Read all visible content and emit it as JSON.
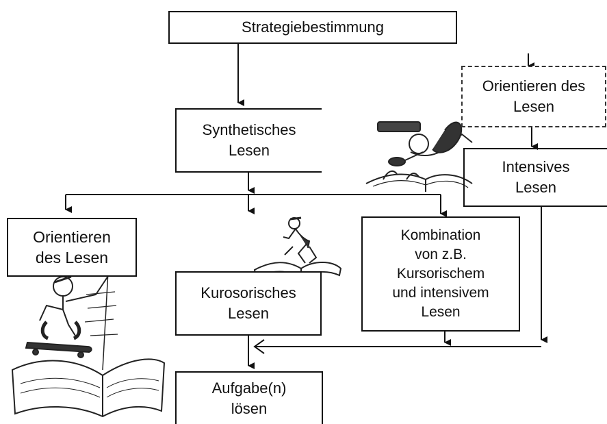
{
  "nodes": {
    "strategy": "Strategiebestimmung",
    "synthetic": "Synthetisches\nLesen",
    "orient_right": "Orientieren des\nLesen",
    "intensive": "Intensives\nLesen",
    "orient_left": "Orientieren\ndes Lesen",
    "cursory": "Kurosorisches\nLesen",
    "combination": "Kombination\nvon z.B.\nKursorischem\nund intensivem\nLesen",
    "task": "Aufgabe(n)\nlösen"
  },
  "illustrations": {
    "top_right": "reader-with-magnifier-illustration",
    "left": "skateboarder-on-book-illustration",
    "middle": "jumping-figure-on-book-illustration"
  }
}
